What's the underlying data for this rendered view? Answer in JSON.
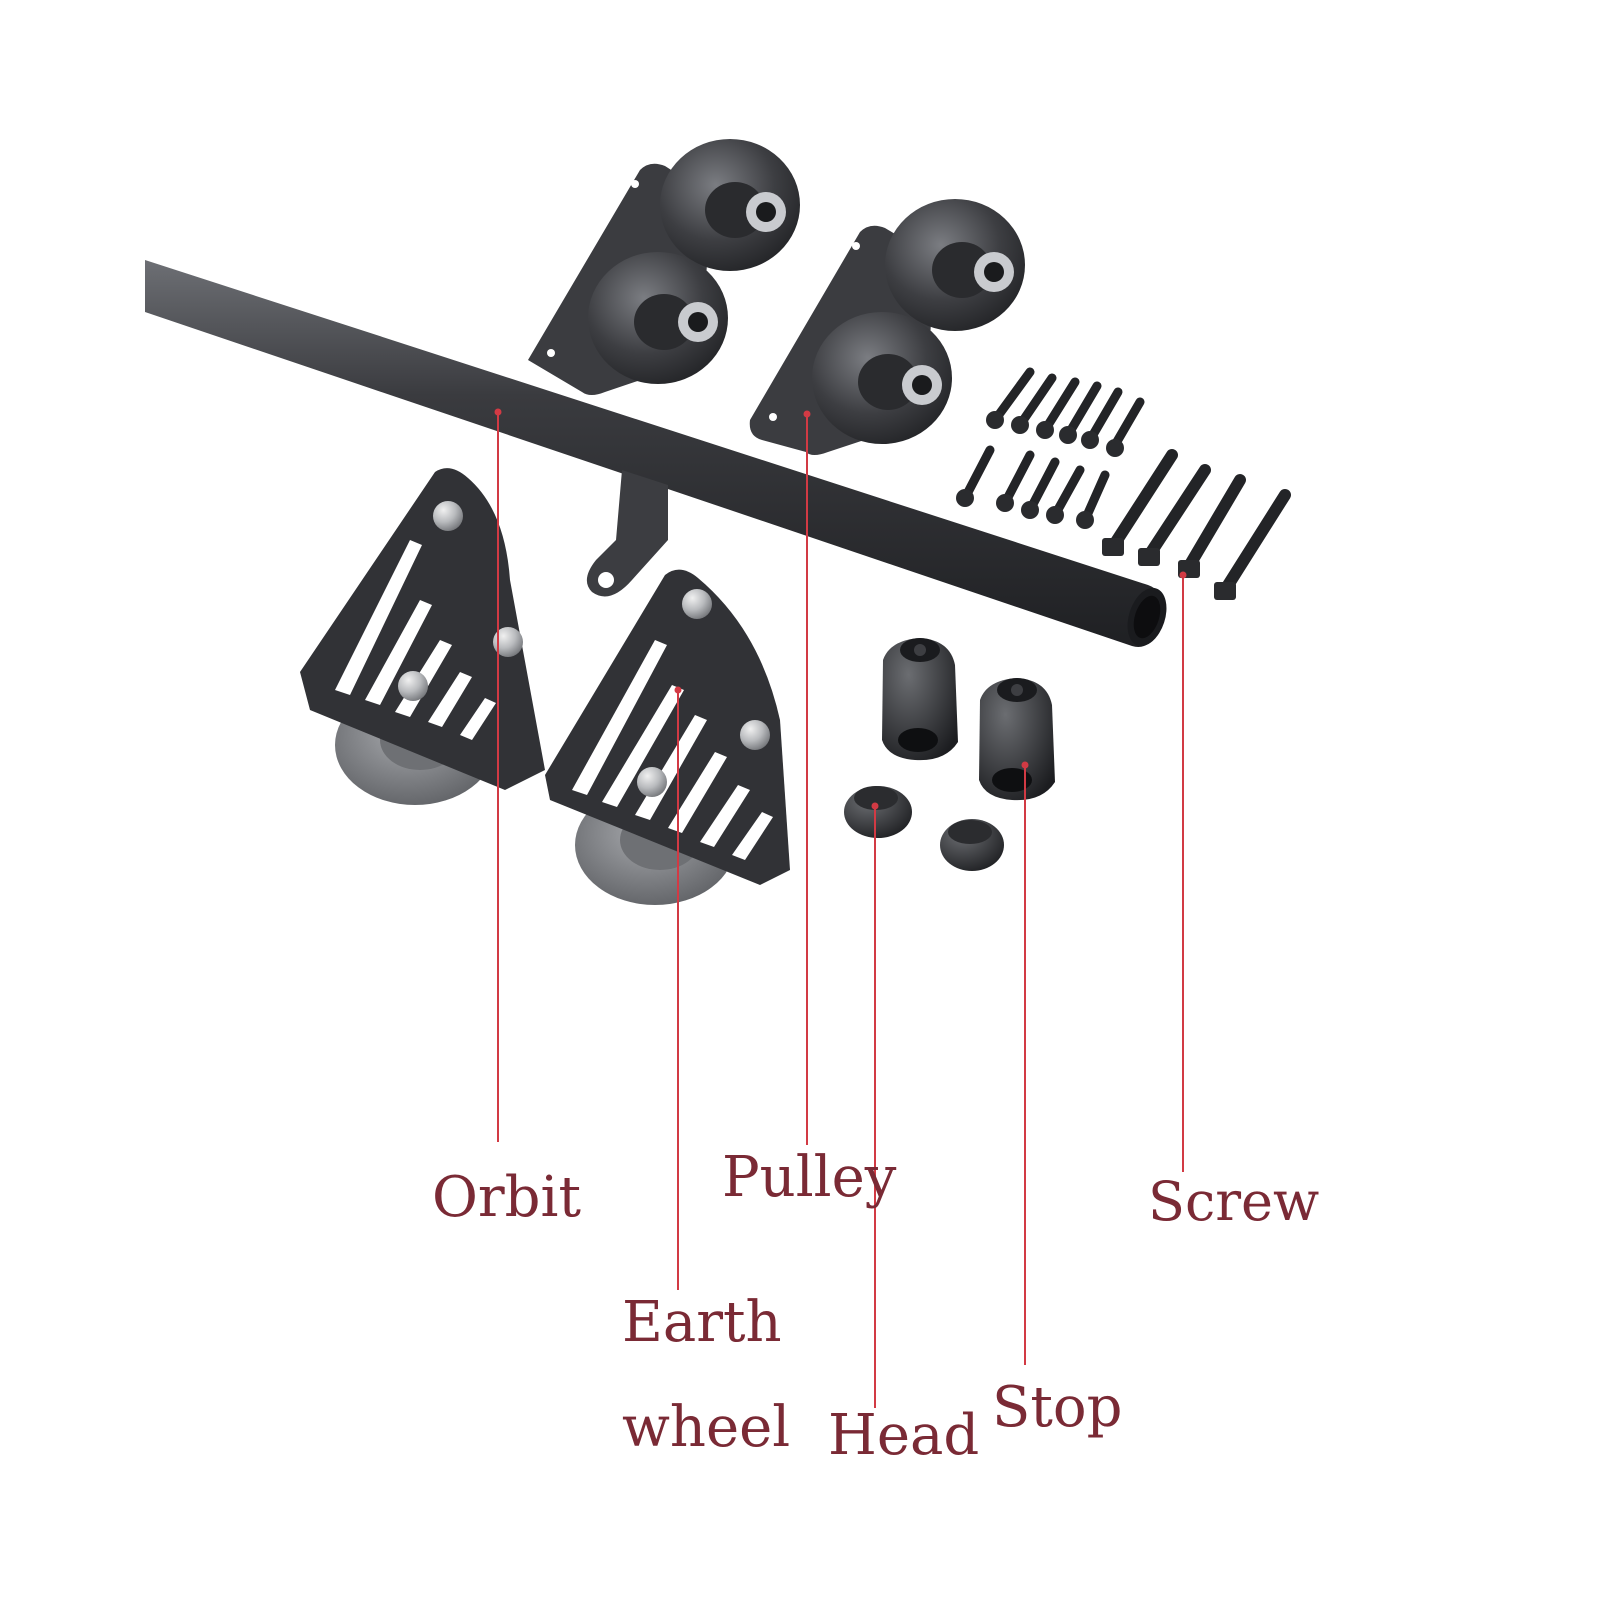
{
  "labels": {
    "orbit": "Orbit",
    "pulley": "Pulley",
    "screw": "Screw",
    "earth": "Earth",
    "wheel": "wheel",
    "head": "Head",
    "stop": "Stop"
  },
  "colors": {
    "label_text": "#7a2a35",
    "leader_line": "#d23a44",
    "hardware_dark": "#2f3033",
    "hardware_mid": "#55575c",
    "hardware_light": "#8a8c90",
    "background": "#ffffff"
  }
}
